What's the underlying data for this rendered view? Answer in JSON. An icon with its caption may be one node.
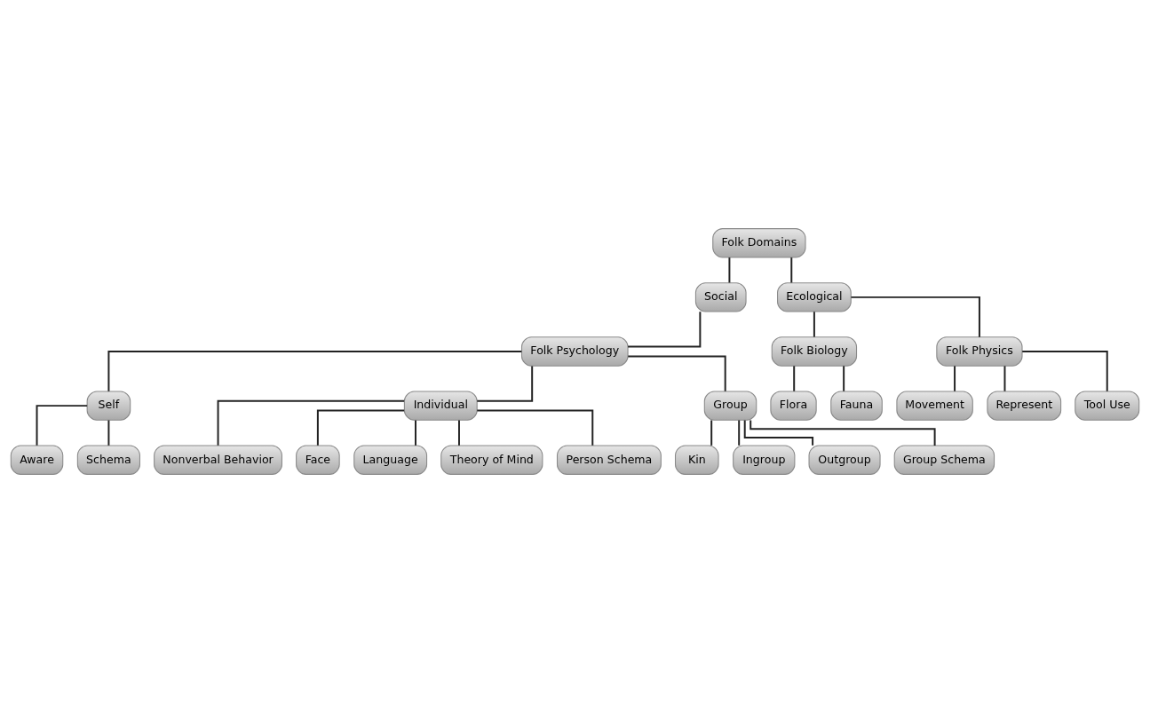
{
  "diagram": {
    "nodes": [
      {
        "text": [
          "Folk Domains"
        ]
      },
      {
        "text": [
          "Social"
        ]
      },
      {
        "text": [
          "Ecological"
        ]
      },
      {
        "text": [
          "Folk Psychology"
        ]
      },
      {
        "text": [
          "Folk Biology"
        ]
      },
      {
        "text": [
          "Folk Physics"
        ]
      },
      {
        "text": [
          "Self"
        ]
      },
      {
        "text": [
          "Individual"
        ]
      },
      {
        "text": [
          "Group"
        ]
      },
      {
        "text": [
          "Flora"
        ]
      },
      {
        "text": [
          "Fauna"
        ]
      },
      {
        "text": [
          "Movement"
        ]
      },
      {
        "text": [
          "Represent"
        ]
      },
      {
        "text": [
          "Tool Use"
        ]
      },
      {
        "text": [
          "Aware"
        ]
      },
      {
        "text": [
          "Schema"
        ]
      },
      {
        "text": [
          "Nonverbal Behavior"
        ]
      },
      {
        "text": [
          "Face"
        ]
      },
      {
        "text": [
          "Language"
        ]
      },
      {
        "text": [
          "Theory of Mind"
        ]
      },
      {
        "text": [
          "Person Schema"
        ]
      },
      {
        "text": [
          "Kin"
        ]
      },
      {
        "text": [
          "Ingroup"
        ]
      },
      {
        "text": [
          "Outgroup"
        ]
      },
      {
        "text": [
          "Group Schema"
        ]
      }
    ],
    "edges": [
      {
        "from": 0,
        "to": 1,
        "arrow": "none"
      },
      {
        "from": 0,
        "to": 2,
        "arrow": "none"
      },
      {
        "from": 1,
        "to": 3,
        "arrow": "none"
      },
      {
        "from": 2,
        "to": 4,
        "arrow": "none"
      },
      {
        "from": 2,
        "to": 5,
        "arrow": "none"
      },
      {
        "from": 3,
        "to": 6,
        "arrow": "none"
      },
      {
        "from": 3,
        "to": 7,
        "arrow": "none"
      },
      {
        "from": 3,
        "to": 8,
        "arrow": "none"
      },
      {
        "from": 4,
        "to": 9,
        "arrow": "none"
      },
      {
        "from": 4,
        "to": 10,
        "arrow": "none"
      },
      {
        "from": 5,
        "to": 11,
        "arrow": "none"
      },
      {
        "from": 5,
        "to": 12,
        "arrow": "none"
      },
      {
        "from": 5,
        "to": 13,
        "arrow": "none"
      },
      {
        "from": 6,
        "to": 14,
        "arrow": "none"
      },
      {
        "from": 6,
        "to": 15,
        "arrow": "none"
      },
      {
        "from": 7,
        "to": 16,
        "arrow": "none"
      },
      {
        "from": 7,
        "to": 17,
        "arrow": "none"
      },
      {
        "from": 7,
        "to": 18,
        "arrow": "none"
      },
      {
        "from": 7,
        "to": 19,
        "arrow": "none"
      },
      {
        "from": 7,
        "to": 20,
        "arrow": "none"
      },
      {
        "from": 8,
        "to": 21,
        "arrow": "none"
      },
      {
        "from": 8,
        "to": 22,
        "arrow": "none"
      },
      {
        "from": 8,
        "to": 23,
        "arrow": "none"
      },
      {
        "from": 8,
        "to": 24,
        "arrow": "none"
      }
    ]
  }
}
